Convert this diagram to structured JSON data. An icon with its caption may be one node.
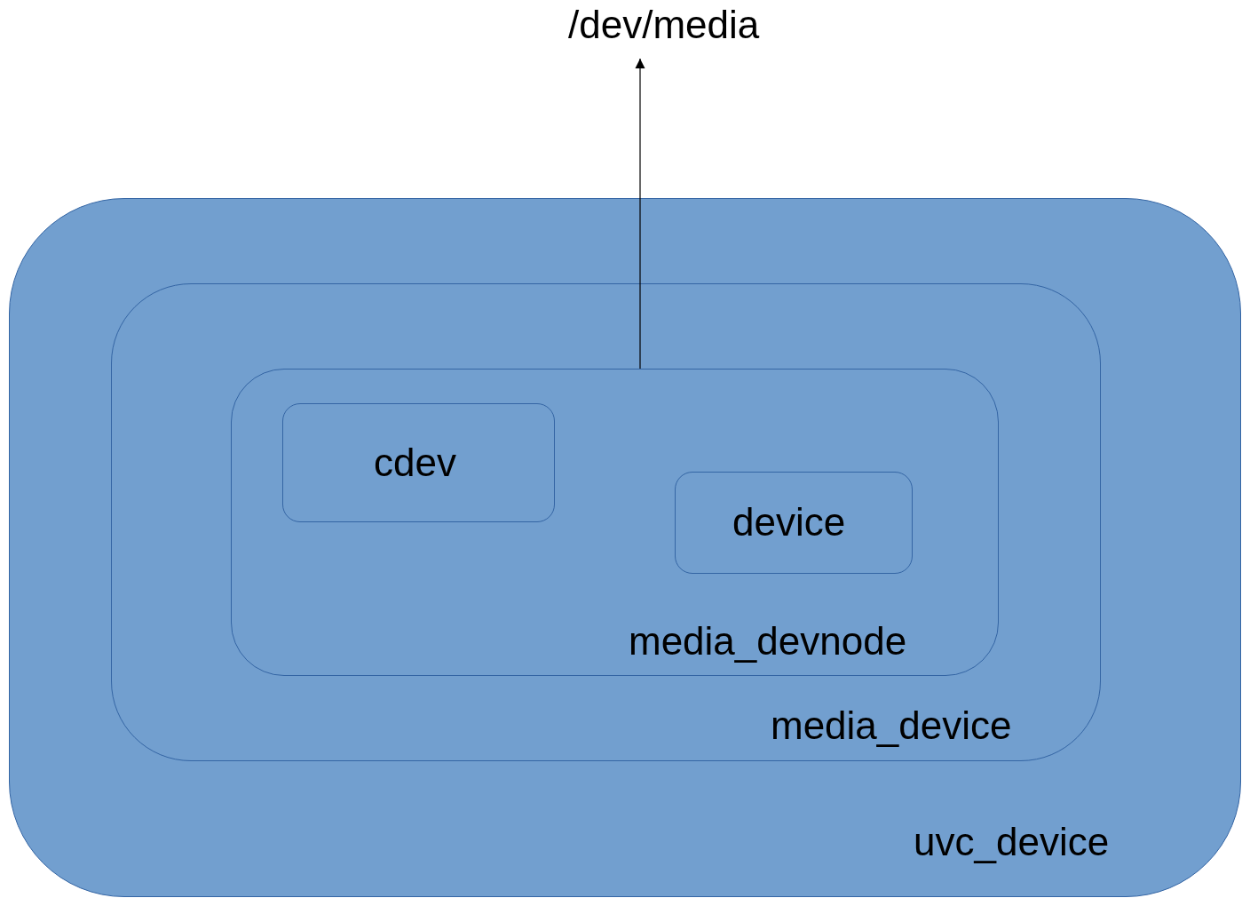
{
  "diagram": {
    "nodes": [
      {
        "text": [
          "/dev/media"
        ]
      },
      {
        "text": [
          "uvc_device"
        ]
      },
      {
        "text": [
          "media_device"
        ],
        "in": 1
      },
      {
        "text": [
          "media_devnode"
        ],
        "in": 2
      },
      {
        "text": [
          "cdev"
        ],
        "in": 3
      },
      {
        "text": [
          "device"
        ],
        "in": 3
      }
    ],
    "edges": [
      {
        "from": 3,
        "to": 0,
        "arrow": "to"
      }
    ]
  }
}
